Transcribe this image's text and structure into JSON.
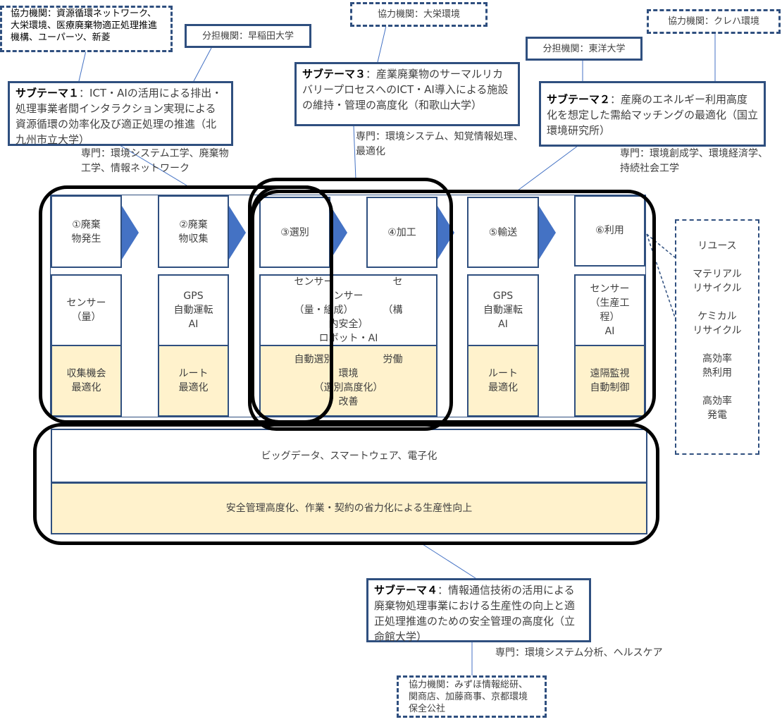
{
  "cooperators": {
    "c1": "協力機関：資源循環ネットワーク、大栄環境、医療廃棄物適正処理推進機構、ユーパーツ、新菱",
    "c3": "協力機関：大栄環境",
    "c2": "協力機関：クレハ環境",
    "c4": "協力機関：みずほ情報総研、関商店、加藤商事、京都環境保全公社"
  },
  "partners": {
    "p1": "分担機関：早稲田大学",
    "p2": "分担機関：東洋大学"
  },
  "subthemes": {
    "s1": {
      "title": "サブテーマ１",
      "text": "：ICT・AIの活用による排出・処理事業者間インタラクション実現による資源循環の効率化及び適正処理の推進（北九州市立大学）",
      "expertise": "専門：環境システム工学、廃棄物工学、情報ネットワーク"
    },
    "s3": {
      "title": "サブテーマ３",
      "text": "：産業廃棄物のサーマルリカバリープロセスへのICT・AI導入による施設の維持・管理の高度化（和歌山大学）",
      "expertise": "専門：環境システム、知覚情報処理、最適化"
    },
    "s2": {
      "title": "サブテーマ２",
      "text": "：産廃のエネルギー利用高度化を想定した需給マッチングの最適化（国立環境研究所）",
      "expertise": "専門：環境創成学、環境経済学、持続社会工学"
    },
    "s4": {
      "title": "サブテーマ４",
      "text": "：情報通信技術の活用による廃棄物処理事業における生産性の向上と適正処理推進のための安全管理の高度化（立命館大学）",
      "expertise": "専門：環境システム分析、ヘルスケア"
    }
  },
  "process": {
    "steps": [
      "①廃棄\n物発生",
      "②廃棄\n物収集",
      "③選別",
      "④加工",
      "⑤輸送",
      "⑥利用"
    ],
    "tech": [
      "センサー\n（量）",
      "GPS\n自動運転\nAI",
      "センサー　　　　　　セ\nンサー\n（量・組成）　　　　（構\n内安全）\nロボット・AI",
      "GPS\n自動運転\nAI",
      "センサー\n（生産工\n程）\nAI"
    ],
    "goals": [
      "収集機会\n最適化",
      "ルート\n最適化",
      "自動選別　　　　　労働\n環境\n（選別高度化）\n改善",
      "ルート\n最適化",
      "遠隔監視\n自動制御"
    ]
  },
  "uses": [
    "リユース",
    "マテリアル\nリサイクル",
    "ケミカル\nリサイクル",
    "高効率\n熱利用",
    "高効率\n発電"
  ],
  "bottom": {
    "row1": "ビッグデータ、スマートウェア、電子化",
    "row2": "安全管理高度化、作業・契約の省力化による生産性向上"
  },
  "colors": {
    "border": "#2f4f7f",
    "arrow": "#4472c4",
    "highlight": "#fff2cc"
  }
}
